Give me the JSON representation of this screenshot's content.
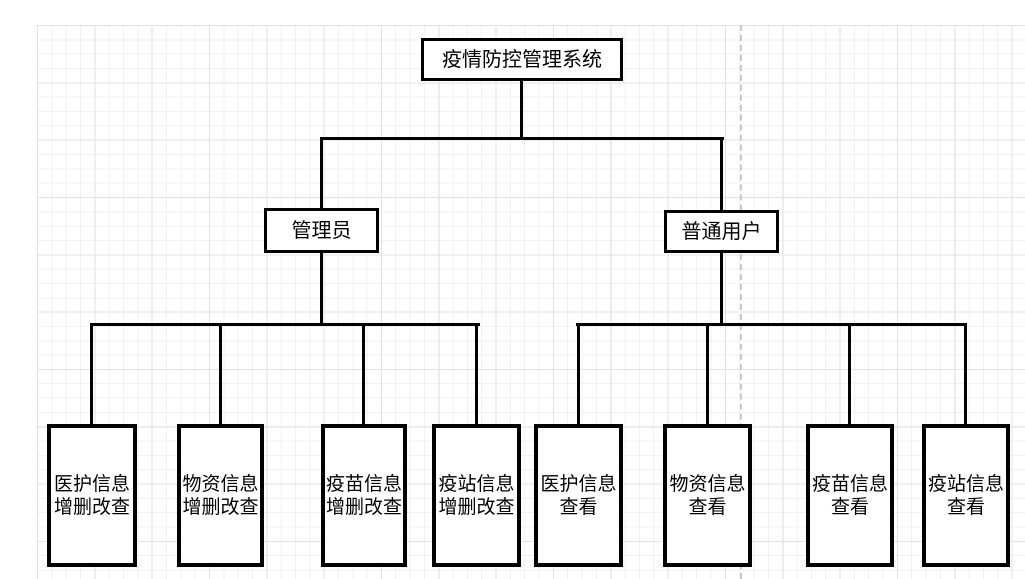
{
  "diagram": {
    "nodes": {
      "root": {
        "label": "疫情防控管理系统"
      },
      "admin": {
        "label": "管理员"
      },
      "user": {
        "label": "普通用户"
      }
    },
    "admin_children": [
      {
        "lines": [
          "医护信息",
          "增删改查"
        ]
      },
      {
        "lines": [
          "物资信息",
          "增删改查"
        ]
      },
      {
        "lines": [
          "疫苗信息",
          "增删改查"
        ]
      },
      {
        "lines": [
          "疫站信息",
          "增删改查"
        ]
      }
    ],
    "user_children": [
      {
        "lines": [
          "医护信息",
          "查看"
        ]
      },
      {
        "lines": [
          "物资信息",
          "查看"
        ]
      },
      {
        "lines": [
          "疫苗信息",
          "查看"
        ]
      },
      {
        "lines": [
          "疫站信息",
          "查看"
        ]
      }
    ]
  },
  "colors": {
    "line": "#000000",
    "box_fill": "#ffffff",
    "grid_minor": "#f1f1f4",
    "grid_major": "#e2e2e6",
    "page_break": "#c9c9c9",
    "text": "#000000"
  }
}
